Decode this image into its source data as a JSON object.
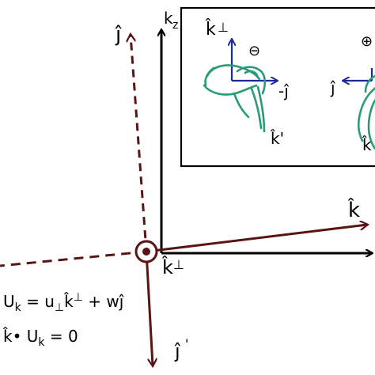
{
  "colors": {
    "axis": "#000000",
    "frame_vector": "#5a1414",
    "inset_axis": "#1a2a9a",
    "hand": "#2a9a78"
  },
  "labels": {
    "j_hat": "ĵ",
    "k_z": "k",
    "k_z_sub": "z",
    "k_hat": "k̂",
    "k_perp": "k̂",
    "perp_sign": "⊥",
    "j_prime": "ĵ",
    "prime": "'"
  },
  "inset": {
    "k_perp_label": "k̂",
    "perp_sign": "⊥",
    "minus_sign": "⊖",
    "minus_j": "-ĵ",
    "k_prime_label": "k̂'",
    "plus_sign": "⊕",
    "j_label": "ĵ",
    "k_prime_label_2": "k̂"
  },
  "equations": {
    "line1_U": "U",
    "line1_sub": "k",
    "line1_eq": " = u",
    "line1_u_sub": "⊥",
    "line1_kperp": "k̂",
    "line1_perp_sup": "⊥",
    "line1_rest": " + wĵ",
    "line2_k": "k̂",
    "line2_dot": "•",
    "line2_U": " U",
    "line2_sub": "k",
    "line2_rest": " = 0"
  }
}
